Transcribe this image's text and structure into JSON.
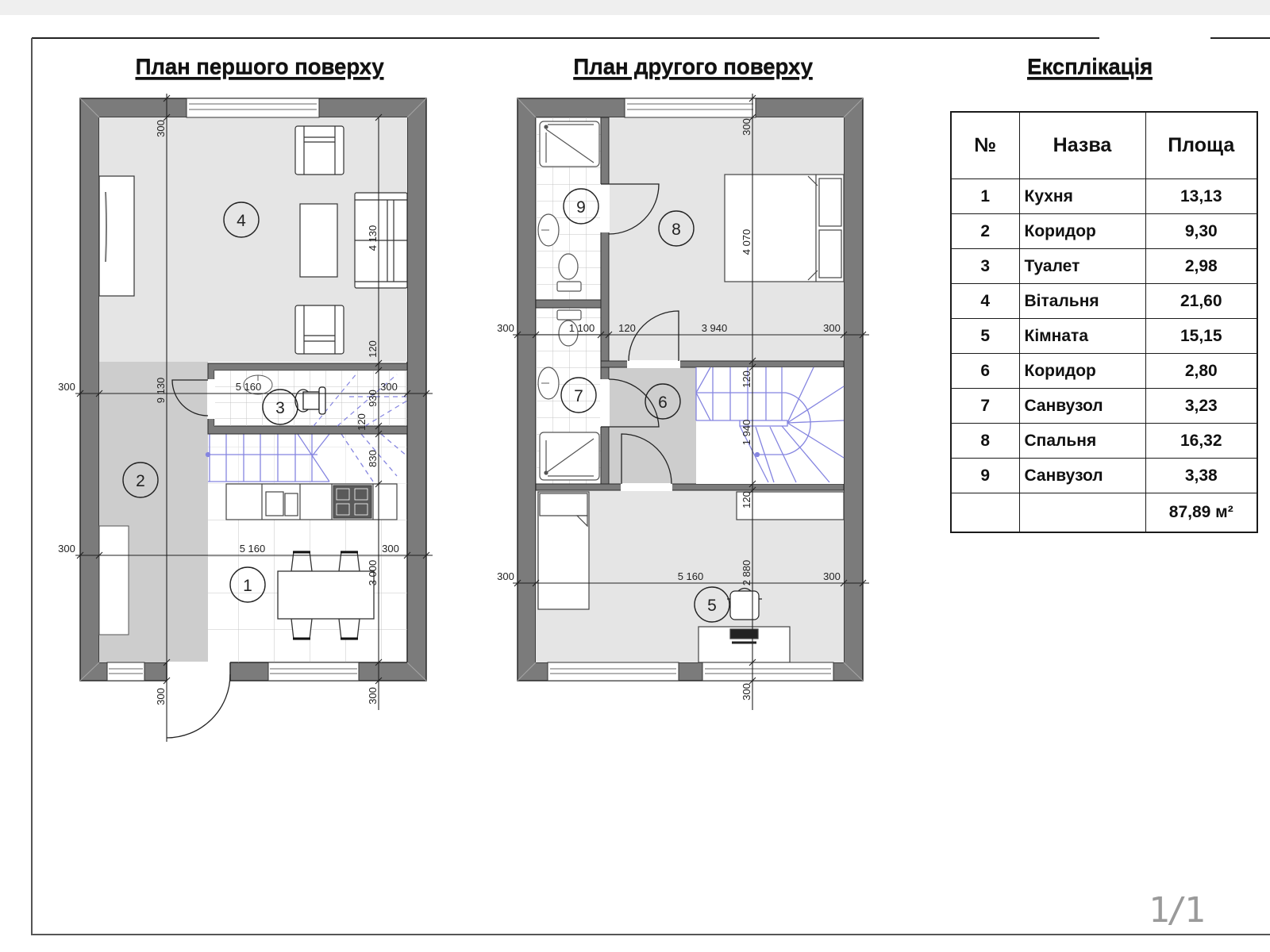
{
  "titles": {
    "first_floor": "План першого поверху",
    "second_floor": "План другого поверху",
    "explication": "Експлікація"
  },
  "explication": {
    "headers": {
      "num": "№",
      "name": "Назва",
      "area": "Площа"
    },
    "rows": [
      {
        "num": "1",
        "name": "Кухня",
        "area": "13,13"
      },
      {
        "num": "2",
        "name": "Коридор",
        "area": "9,30"
      },
      {
        "num": "3",
        "name": "Туалет",
        "area": "2,98"
      },
      {
        "num": "4",
        "name": "Вітальня",
        "area": "21,60"
      },
      {
        "num": "5",
        "name": "Кімната",
        "area": "15,15"
      },
      {
        "num": "6",
        "name": "Коридор",
        "area": "2,80"
      },
      {
        "num": "7",
        "name": "Санвузол",
        "area": "3,23"
      },
      {
        "num": "8",
        "name": "Спальня",
        "area": "16,32"
      },
      {
        "num": "9",
        "name": "Санвузол",
        "area": "3,38"
      }
    ],
    "total": "87,89 м²"
  },
  "plan1": {
    "rooms": {
      "r1": "1",
      "r2": "2",
      "r3": "3",
      "r4": "4"
    },
    "dims": {
      "vertical_left": [
        "300",
        "9 130",
        "300"
      ],
      "vertical_right": [
        "4 130",
        "120",
        "930",
        "120",
        "830",
        "3 000",
        "300"
      ],
      "horizontal_upper": [
        "300",
        "5 160",
        "300"
      ],
      "horizontal_lower": [
        "300",
        "5 160",
        "300"
      ]
    }
  },
  "plan2": {
    "rooms": {
      "r5": "5",
      "r6": "6",
      "r7": "7",
      "r8": "8",
      "r9": "9"
    },
    "dims": {
      "horizontal_upper": [
        "300",
        "1 100",
        "120",
        "3 940",
        "300"
      ],
      "horizontal_lower": [
        "300",
        "5 160",
        "300"
      ],
      "vertical": [
        "300",
        "4 070",
        "120",
        "1 940",
        "120",
        "2 880",
        "300"
      ]
    }
  },
  "page_number": "1/1",
  "colors": {
    "wall": "#7b7b7b",
    "floor_light": "#e5e5e5",
    "corridor": "#cdcdcd",
    "stairs": "#8585e0",
    "tile_lines": "#c4c4c4"
  }
}
